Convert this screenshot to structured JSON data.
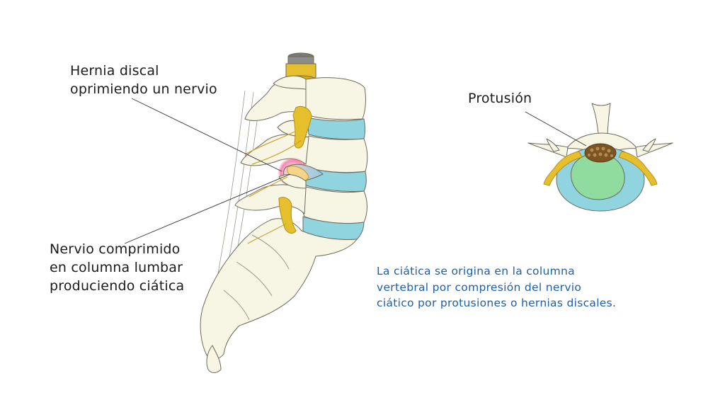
{
  "labels": {
    "hernia": {
      "line1": "Hernia discal",
      "line2": "oprimiendo un nervio"
    },
    "nervio": {
      "line1": "Nervio comprimido",
      "line2": "en columna lumbar",
      "line3": "produciendo ciática"
    },
    "protusion": "Protusión"
  },
  "caption": {
    "line1": "La ciática se origina en la columna",
    "line2": "vertebral por compresión del nervio",
    "line3": "ciático por protusiones o hernias discales."
  },
  "colors": {
    "bone": "#f7f5e4",
    "bone_shadow": "#dedcc5",
    "outline": "#6c6a5c",
    "disc": "#90d4e0",
    "nerve": "#e6bf2c",
    "nucleus": "#8fdc9e",
    "herniation_glow": "#ef5a8c",
    "protrusion_brown": "#7b5424",
    "caption_text": "#1f5fa8"
  }
}
